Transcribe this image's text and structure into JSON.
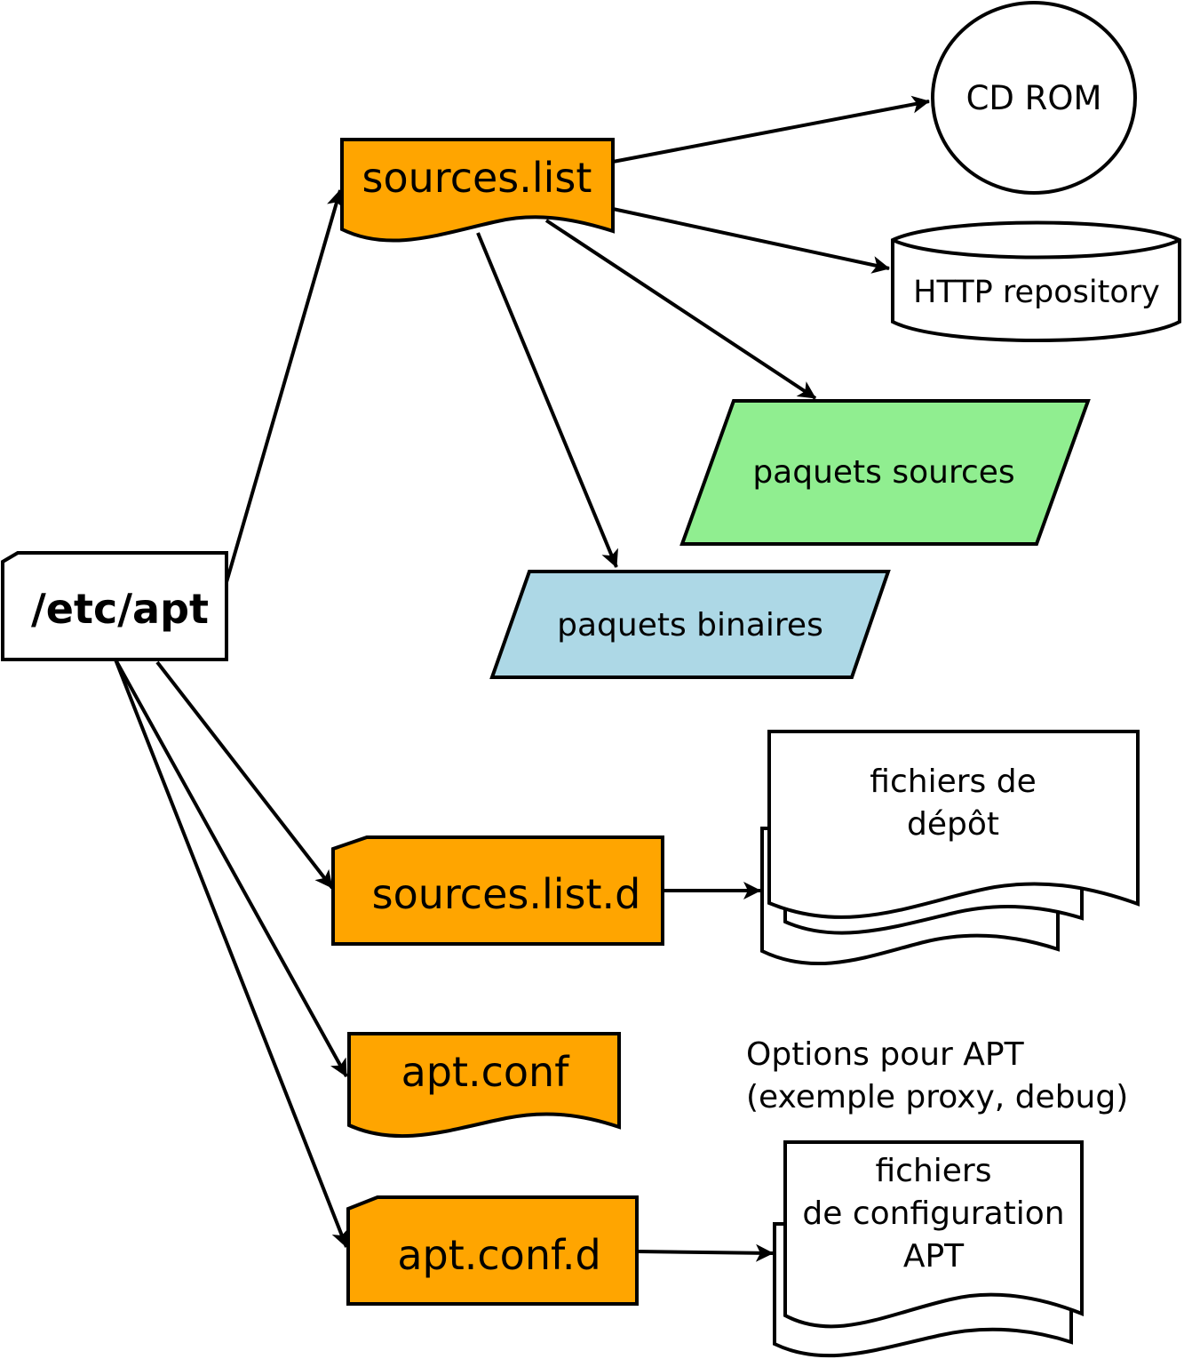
{
  "nodes": {
    "etc_apt": "/etc/apt",
    "sources_list": "sources.list",
    "cd_rom": "CD ROM",
    "http_repo": "HTTP repository",
    "paquets_sources": "paquets sources",
    "paquets_binaires": "paquets binaires",
    "sources_list_d": "sources.list.d",
    "fichiers_depot": [
      "fichiers de",
      "dépôt"
    ],
    "apt_conf": "apt.conf",
    "apt_conf_note": [
      "Options pour APT",
      "(exemple proxy, debug)"
    ],
    "apt_conf_d": "apt.conf.d",
    "fichiers_config": [
      "fichiers",
      "de configuration",
      "APT"
    ]
  },
  "colors": {
    "config_file": "#ffa500",
    "paquets_sources": "#90ee90",
    "paquets_binaires": "#add8e6",
    "default": "#ffffff"
  },
  "edges": [
    {
      "from": "/etc/apt",
      "to": "sources.list"
    },
    {
      "from": "sources.list",
      "to": "CD ROM"
    },
    {
      "from": "sources.list",
      "to": "HTTP repository"
    },
    {
      "from": "sources.list",
      "to": "paquets sources"
    },
    {
      "from": "sources.list",
      "to": "paquets binaires"
    },
    {
      "from": "/etc/apt",
      "to": "sources.list.d"
    },
    {
      "from": "/etc/apt",
      "to": "apt.conf"
    },
    {
      "from": "/etc/apt",
      "to": "apt.conf.d"
    },
    {
      "from": "sources.list.d",
      "to": "fichiers de dépôt"
    },
    {
      "from": "apt.conf.d",
      "to": "fichiers de configuration APT"
    }
  ]
}
